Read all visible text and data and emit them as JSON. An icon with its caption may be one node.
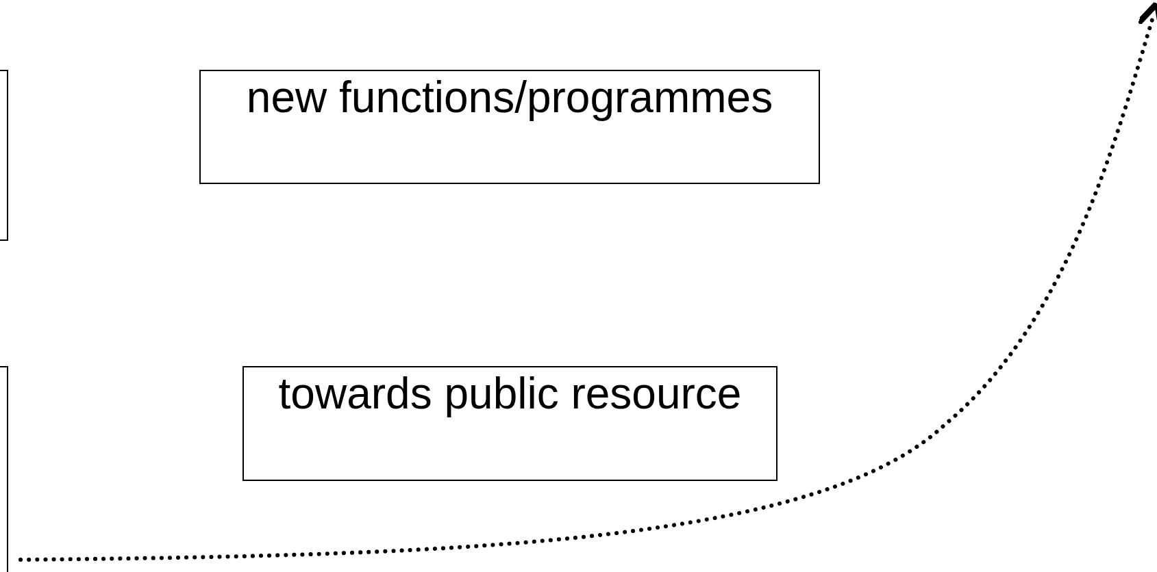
{
  "diagram": {
    "nodes": [
      {
        "text": [],
        "shape": "box"
      },
      {
        "text": [
          "new functions/programmes"
        ]
      },
      {
        "text": [],
        "shape": "box"
      },
      {
        "text": [
          "towards public resource"
        ]
      }
    ]
  }
}
